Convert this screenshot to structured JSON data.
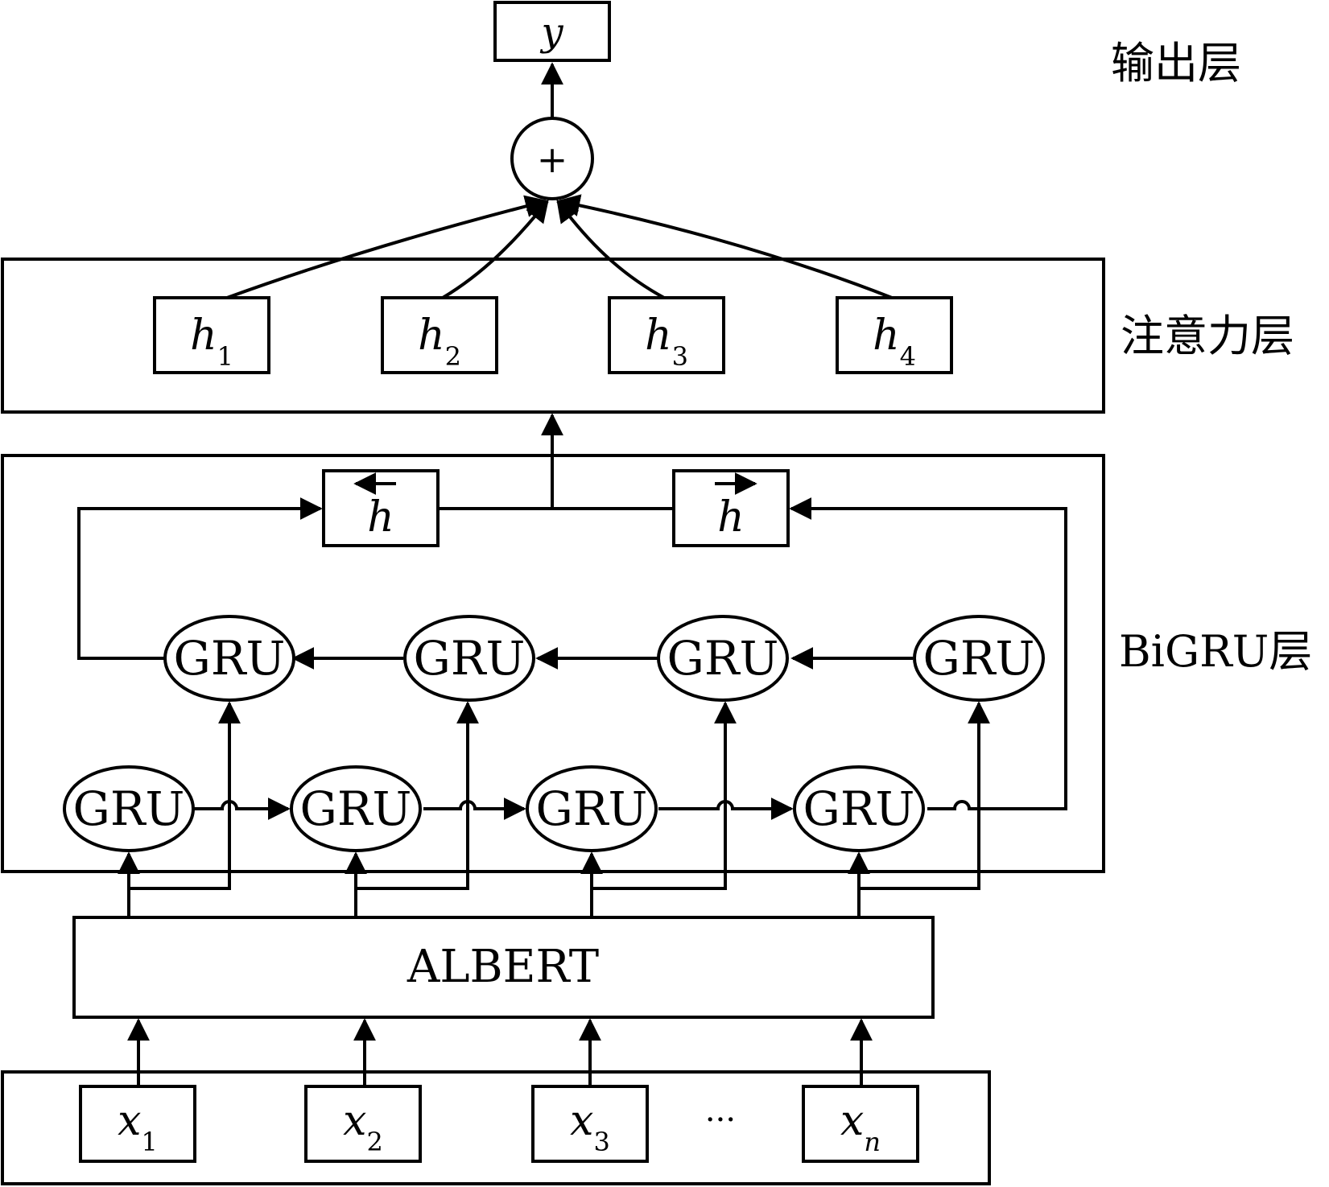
{
  "output_node": {
    "label": "y"
  },
  "sum_node": {
    "label": "+"
  },
  "attention_nodes": [
    {
      "label": "h",
      "sub": "1"
    },
    {
      "label": "h",
      "sub": "2"
    },
    {
      "label": "h",
      "sub": "3"
    },
    {
      "label": "h",
      "sub": "4"
    }
  ],
  "bigru": {
    "backward_state": "h",
    "forward_state": "h",
    "backward_cells": [
      "GRU",
      "GRU",
      "GRU",
      "GRU"
    ],
    "forward_cells": [
      "GRU",
      "GRU",
      "GRU",
      "GRU"
    ]
  },
  "encoder": {
    "label": "ALBERT"
  },
  "inputs": [
    {
      "label": "x",
      "sub": "1"
    },
    {
      "label": "x",
      "sub": "2"
    },
    {
      "label": "x",
      "sub": "3"
    },
    {
      "label": "x",
      "sub": "n"
    }
  ],
  "ellipsis": "···",
  "layer_labels": {
    "output": "输出层",
    "attention": "注意力层",
    "bigru": "BiGRU层"
  }
}
